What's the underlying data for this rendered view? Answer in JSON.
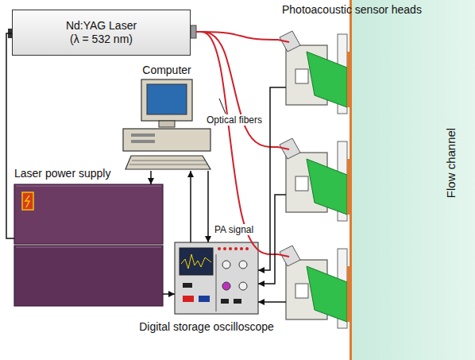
{
  "diagram": {
    "nodes": [
      {
        "text": [
          "Nd:YAG Laser (λ = 532 nm)"
        ]
      },
      {
        "text": [
          "Computer"
        ]
      },
      {
        "text": [
          "Laser power supply"
        ]
      },
      {
        "text": [
          "Digital storage oscilloscope"
        ]
      },
      {
        "text": [
          "Photoacoustic sensor heads"
        ]
      },
      {
        "text": [
          "Flow channel"
        ]
      }
    ],
    "edges": [
      {
        "from": 2,
        "to": 0,
        "arrow": "none"
      },
      {
        "from": 0,
        "to": 4,
        "arrow": "none"
      },
      {
        "from": 0,
        "to": 4,
        "arrow": "none"
      },
      {
        "from": 0,
        "to": 4,
        "arrow": "none"
      },
      {
        "from": 4,
        "to": 3,
        "arrow": "to"
      },
      {
        "from": 4,
        "to": 3,
        "arrow": "to"
      },
      {
        "from": 4,
        "to": 3,
        "arrow": "to"
      },
      {
        "from": 3,
        "to": 1,
        "arrow": "to"
      },
      {
        "from": 1,
        "to": 3,
        "arrow": "to"
      },
      {
        "from": 1,
        "to": 2,
        "arrow": "to"
      },
      {
        "from": 2,
        "to": 3,
        "arrow": "to"
      }
    ],
    "labels": [
      "Optical fibers",
      "PA signal"
    ]
  }
}
